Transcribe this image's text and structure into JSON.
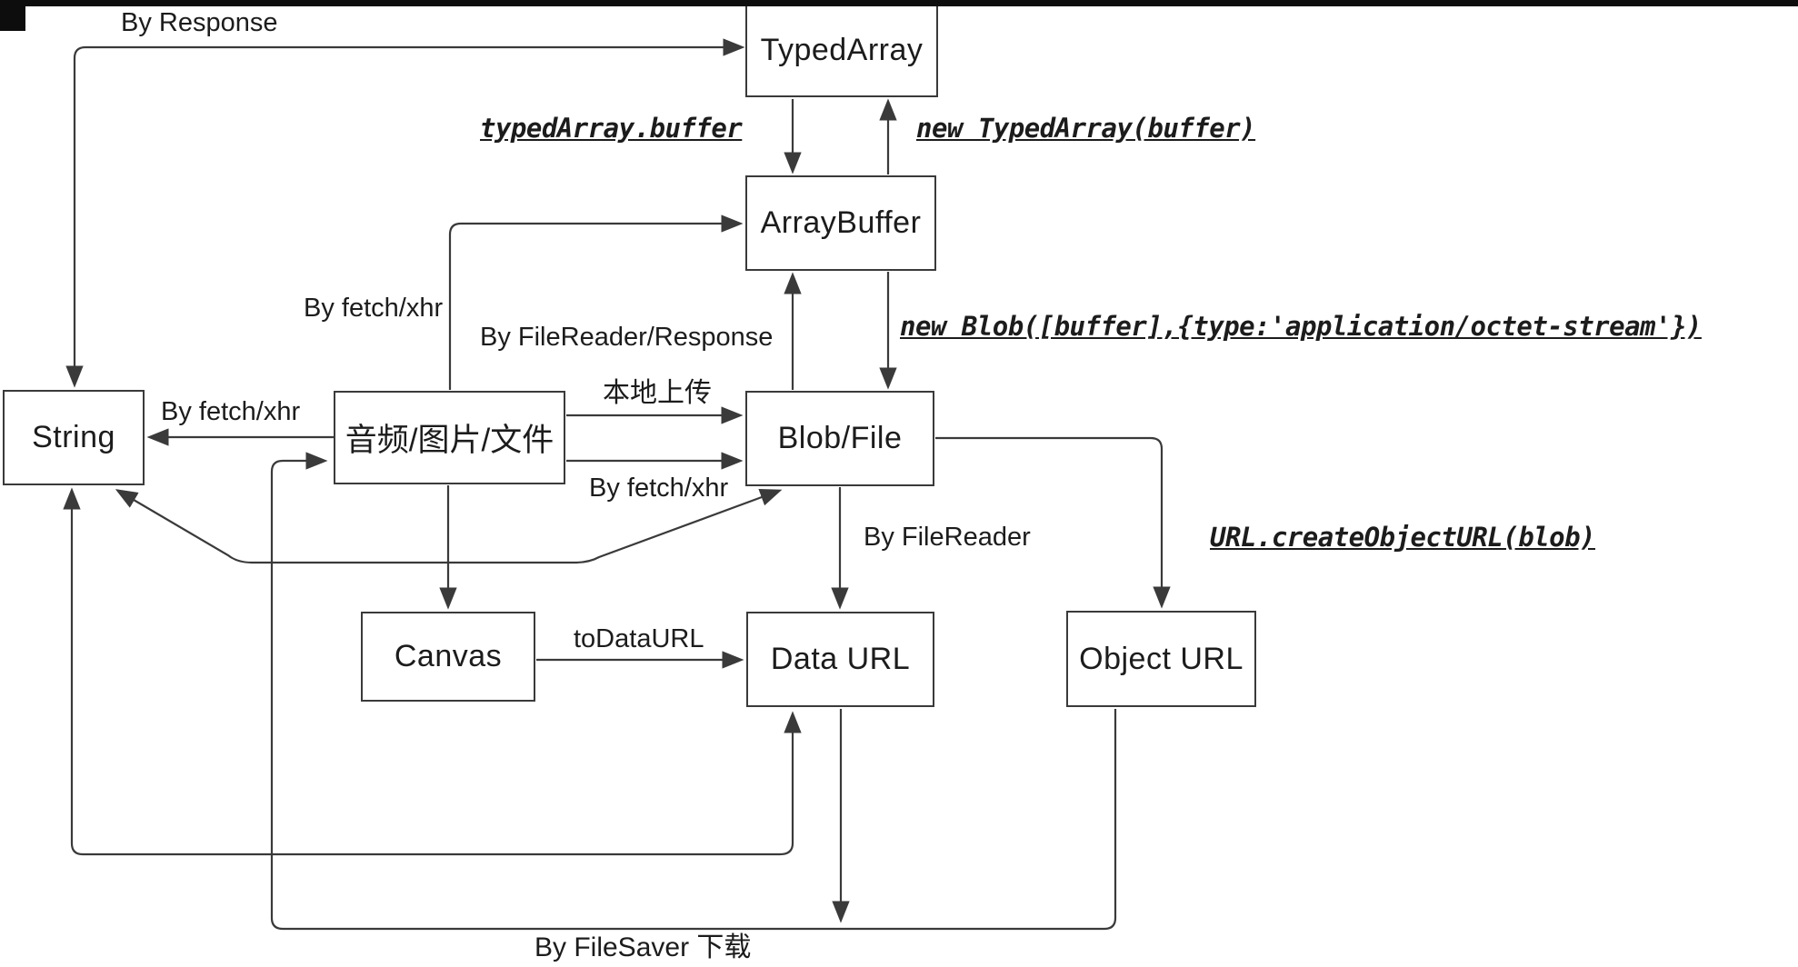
{
  "diagram": {
    "title_hint": "JS binary data conversion flowchart",
    "nodes": {
      "typed_array": "TypedArray",
      "array_buffer": "ArrayBuffer",
      "string": "String",
      "media": "音频/图片/文件",
      "blob_file": "Blob/File",
      "canvas": "Canvas",
      "data_url": "Data URL",
      "object_url": "Object URL"
    },
    "edge_labels": {
      "by_response": "By Response",
      "typedarray_buffer": "typedArray.buffer",
      "new_typedarray": "new TypedArray(buffer)",
      "by_fetch_xhr_top": "By fetch/xhr",
      "by_filereader_response": "By FileReader/Response",
      "new_blob": "new Blob([buffer],{type:'application/octet-stream'})",
      "by_fetch_xhr_string": "By fetch/xhr",
      "local_upload": "本地上传",
      "by_fetch_xhr_blob": "By fetch/xhr",
      "by_filereader": "By FileReader",
      "url_create_object_url": "URL.createObjectURL(blob)",
      "to_data_url": "toDataURL",
      "by_filesaver": "By FileSaver 下载"
    },
    "colors": {
      "line": "#3a3a3a",
      "box_border": "#3a3a3a",
      "text": "#1c1c1c",
      "background": "#ffffff",
      "top_bar": "#0d0d0d"
    }
  }
}
